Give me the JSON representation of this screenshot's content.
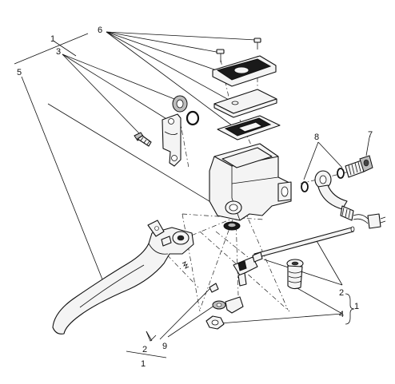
{
  "callouts": [
    {
      "id": "c1a",
      "text": "1"
    },
    {
      "id": "c6",
      "text": "6"
    },
    {
      "id": "c3",
      "text": "3"
    },
    {
      "id": "c5",
      "text": "5"
    },
    {
      "id": "c8",
      "text": "8"
    },
    {
      "id": "c7",
      "text": "7"
    },
    {
      "id": "c2a",
      "text": "2"
    },
    {
      "id": "c1b",
      "text": "1"
    },
    {
      "id": "c4",
      "text": "4"
    },
    {
      "id": "c2b",
      "text": "2"
    },
    {
      "id": "c9",
      "text": "9"
    },
    {
      "id": "c1c",
      "text": "1"
    }
  ]
}
